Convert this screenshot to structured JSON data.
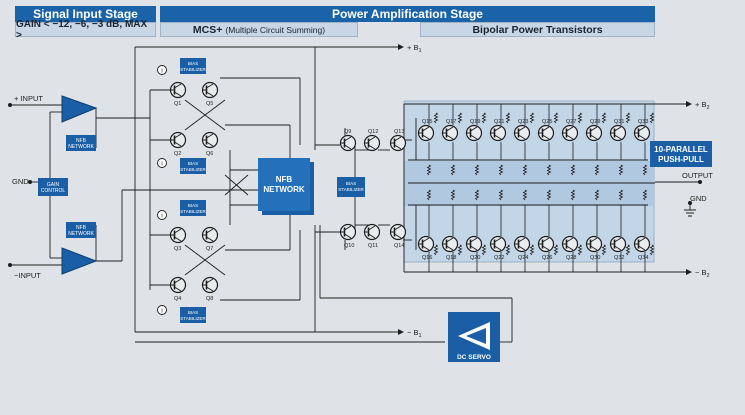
{
  "headers": {
    "signal_input_stage": "Signal Input Stage",
    "gain_label": "GAIN < −12, −6, −3 dB, MAX >",
    "power_amplification_stage": "Power Amplification Stage",
    "mcs_label": "MCS+",
    "mcs_note": "(Multiple Circuit Summing)",
    "bipolar_label": "Bipolar Power Transistors"
  },
  "labels": {
    "plus_input": "+ INPUT",
    "minus_input": "−INPUT",
    "gnd_left": "GND",
    "gain_control": [
      "GAIN",
      "CONTROL"
    ],
    "nfb_network_small": [
      "NFB",
      "NETWORK"
    ],
    "nfb_network_big": [
      "NFB",
      "NETWORK"
    ],
    "bias_stabilizer": [
      "BIAS",
      "STABILIZER"
    ],
    "plus_b1": "+ B",
    "minus_b1": "− B",
    "plus_b2": "+ B",
    "minus_b2": "− B",
    "b1_sub": "1",
    "b2_sub": "2",
    "output": "OUTPUT",
    "gnd_right": "GND",
    "parallel": [
      "10-PARALLEL",
      "PUSH-PULL"
    ],
    "dc_servo": "DC SERVO"
  },
  "transistors_driver": [
    "Q1",
    "Q5",
    "Q2",
    "Q6",
    "Q3",
    "Q7",
    "Q4",
    "Q8"
  ],
  "transistors_pre": {
    "top": [
      "Q9",
      "Q12",
      "Q13"
    ],
    "bottom": [
      "Q10",
      "Q11",
      "Q14"
    ]
  },
  "transistors_output_top": [
    "Q15",
    "Q17",
    "Q19",
    "Q21",
    "Q23",
    "Q25",
    "Q27",
    "Q29",
    "Q31",
    "Q33"
  ],
  "transistors_output_bottom": [
    "Q16",
    "Q18",
    "Q20",
    "Q22",
    "Q24",
    "Q26",
    "Q28",
    "Q30",
    "Q32",
    "Q34"
  ],
  "colors": {
    "header_dark": "#1a63a8",
    "header_light": "#c8d6e5",
    "block_blue": "#1a5fa6",
    "wire": "#1d1d1d",
    "background": "#dfe3e7",
    "output_panel": "#c3d6e8"
  }
}
